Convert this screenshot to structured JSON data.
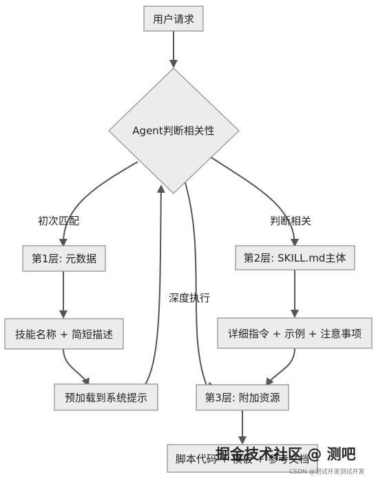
{
  "nodes": {
    "user_request": "用户请求",
    "agent_judge": "Agent判断相关性",
    "layer1": "第1层: 元数据",
    "skill_desc": "技能名称 + 简短描述",
    "preload": "预加载到系统提示",
    "layer2": "第2层: SKILL.md主体",
    "detail": "详细指令 + 示例 + 注意事项",
    "layer3": "第3层: 附加资源",
    "resources": "脚本代码 + 模板 + 参考文档"
  },
  "edge_labels": {
    "first_match": "初次匹配",
    "judged_relevant": "判断相关",
    "deep_execute": "深度执行"
  },
  "watermark": {
    "main": "掘金技术社区 @ 测吧",
    "small": "CSDN @测试开发测试开发"
  }
}
